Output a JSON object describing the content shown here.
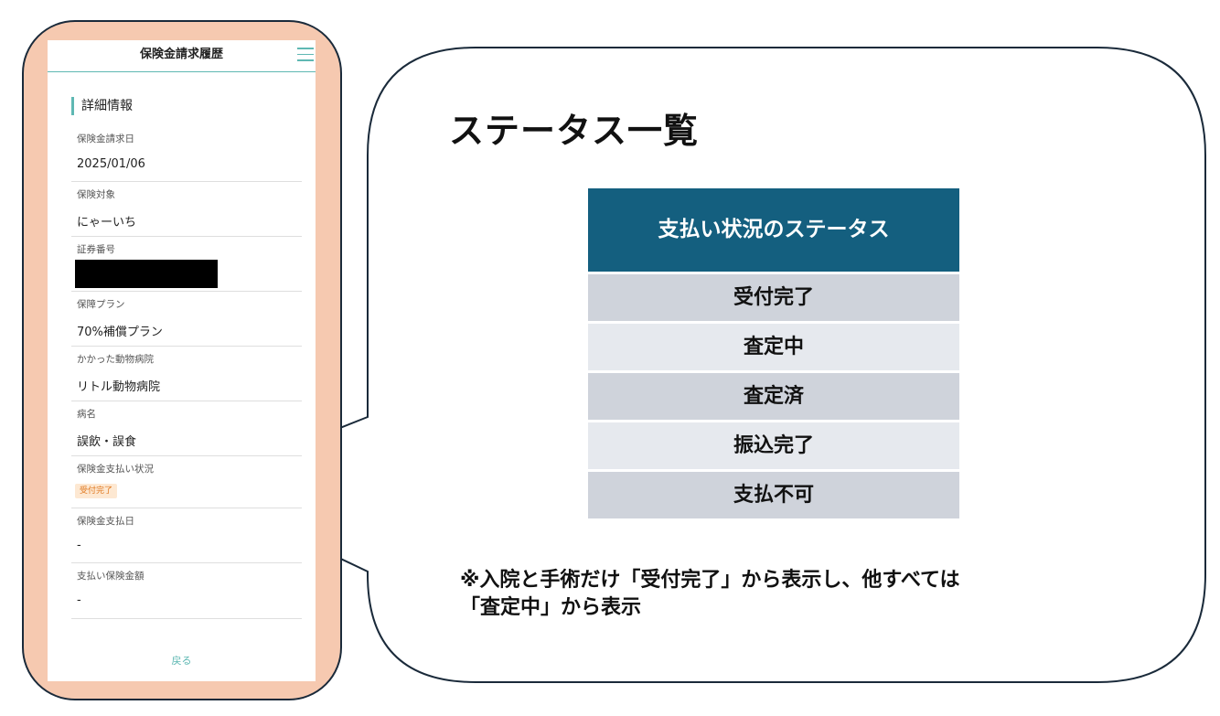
{
  "app": {
    "title": "保険金請求履歴",
    "section_title": "詳細情報",
    "back_label": "戻る"
  },
  "fields": {
    "claim_date": {
      "label": "保険金請求日",
      "value": "2025/01/06"
    },
    "insured": {
      "label": "保険対象",
      "value": "にゃーいち"
    },
    "policy_number": {
      "label": "証券番号"
    },
    "plan": {
      "label": "保障プラン",
      "value": "70%補償プラン"
    },
    "hospital": {
      "label": "かかった動物病院",
      "value": "リトル動物病院"
    },
    "disease": {
      "label": "病名",
      "value": "誤飲・誤食"
    },
    "payment_status": {
      "label": "保険金支払い状況",
      "value": "受付完了"
    },
    "payment_date": {
      "label": "保険金支払日",
      "value": "-"
    },
    "payment_amount": {
      "label": "支払い保険金額",
      "value": "-"
    }
  },
  "callout": {
    "heading": "ステータス一覧",
    "table_header": "支払い状況のステータス",
    "statuses": [
      "受付完了",
      "査定中",
      "査定済",
      "振込完了",
      "支払不可"
    ],
    "note_line1": "※入院と手術だけ「受付完了」から表示し、他すべては",
    "note_line2": "「査定中」から表示"
  },
  "colors": {
    "accent": "#5fb8b3",
    "phone_bg": "#f6c9b0",
    "table_header": "#145f7f",
    "badge_text": "#e0781f"
  }
}
